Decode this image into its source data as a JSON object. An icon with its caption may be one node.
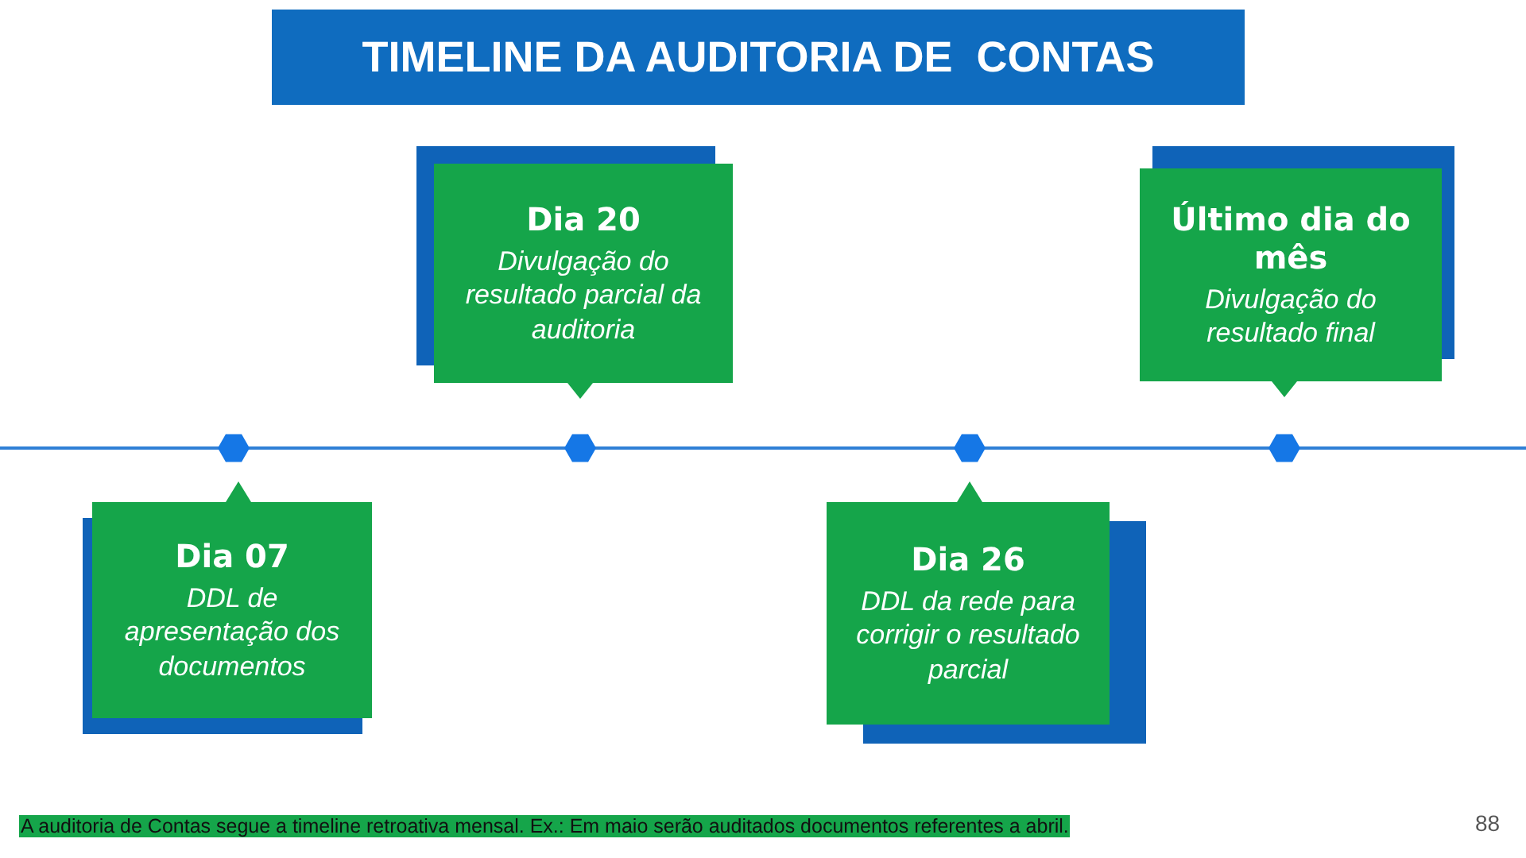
{
  "diagram": {
    "title": "TIMELINE DA AUDITORIA DE  CONTAS",
    "nodes": [
      {
        "text": [
          "Dia 07",
          "DDL de apresentação dos documentos"
        ]
      },
      {
        "text": [
          "Dia 20",
          "Divulgação do resultado parcial da auditoria"
        ]
      },
      {
        "text": [
          "Dia 26",
          "DDL da rede para corrigir o resultado parcial"
        ]
      },
      {
        "text": [
          "Último dia do mês",
          "Divulgação do resultado final"
        ]
      }
    ],
    "labels": [
      "A auditoria de Contas segue a timeline retroativa mensal. Ex.: Em maio serão auditados documentos referentes  a abril.",
      "88"
    ]
  }
}
